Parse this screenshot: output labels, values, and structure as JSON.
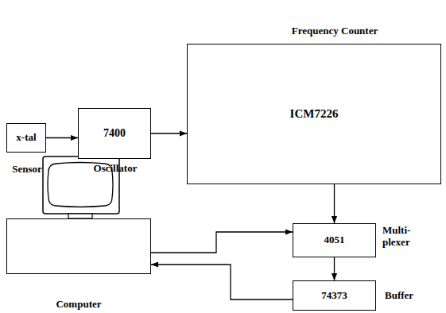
{
  "diagram": {
    "nodes": [
      {
        "text": [
          "x-tal",
          "Sensor"
        ]
      },
      {
        "text": [
          "7400",
          "Oscillator"
        ]
      },
      {
        "text": [
          "ICM7226",
          "Frequency Counter"
        ]
      },
      {
        "text": [
          "4051",
          "Multi- plexer"
        ]
      },
      {
        "text": [
          "74373",
          "Buffer"
        ]
      },
      {
        "text": [
          "Computer"
        ]
      }
    ],
    "edges": [
      {
        "from": 0,
        "to": 1,
        "arrow": "to"
      },
      {
        "from": 1,
        "to": 2,
        "arrow": "to"
      },
      {
        "from": 2,
        "to": 3,
        "arrow": "to"
      },
      {
        "from": 5,
        "to": 3,
        "arrow": "to"
      },
      {
        "from": 3,
        "to": 4,
        "arrow": "to"
      },
      {
        "from": 4,
        "to": 5,
        "arrow": "to"
      }
    ]
  }
}
